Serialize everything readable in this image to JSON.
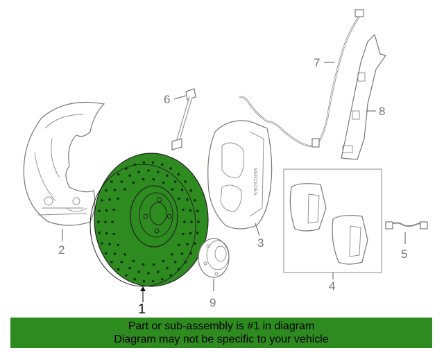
{
  "callouts": {
    "c1": "1",
    "c2": "2",
    "c3": "3",
    "c4": "4",
    "c5": "5",
    "c6": "6",
    "c7": "7",
    "c8": "8",
    "c9": "9"
  },
  "caliper_text": "MERCEDES",
  "banner": {
    "line1": "Part or sub-assembly is #1 in diagram",
    "line2": "Diagram may not be specific to your vehicle"
  },
  "colors": {
    "highlight": "#2e8b1f",
    "line": "#777777"
  }
}
